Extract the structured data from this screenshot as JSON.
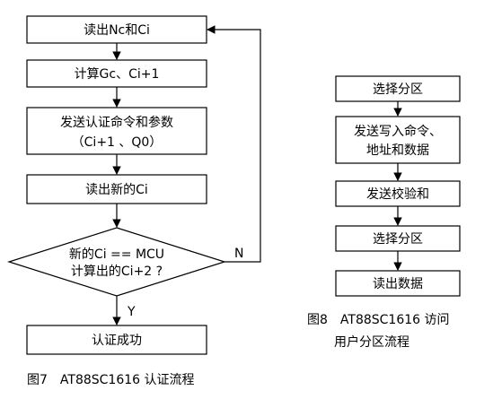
{
  "left_flow": {
    "read_nc_ci": "读出Nc和Ci",
    "compute_gc": "计算Gc、Ci+1",
    "send_auth_line1": "发送认证命令和参数",
    "send_auth_line2": "（Ci+1 、Q0）",
    "read_new_ci": "读出新的Ci",
    "decision_line1": "新的Ci == MCU",
    "decision_line2": "计算出的Ci+2 ?",
    "yes_label": "Y",
    "no_label": "N",
    "auth_success": "认证成功",
    "caption": "图7　AT88SC1616 认证流程"
  },
  "right_flow": {
    "select_zone_1": "选择分区",
    "send_write_line1": "发送写入命令、",
    "send_write_line2": "地址和数据",
    "send_checksum": "发送校验和",
    "select_zone_2": "选择分区",
    "read_data": "读出数据",
    "caption_line1": "图8　AT88SC1616 访问",
    "caption_line2": "用户分区流程"
  }
}
